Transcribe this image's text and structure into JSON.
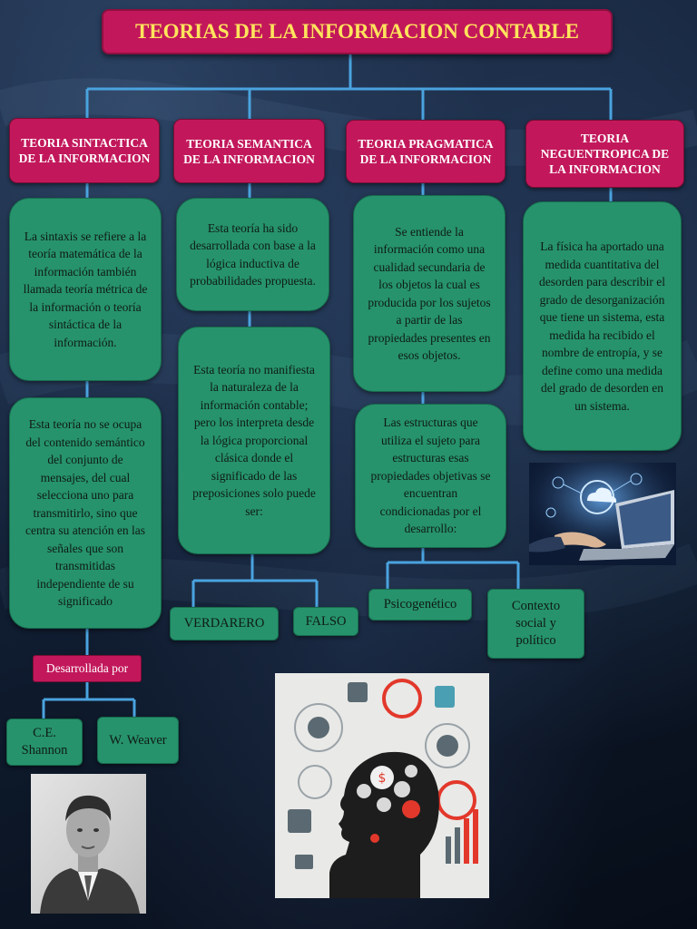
{
  "title": "TEORIAS DE LA INFORMACION CONTABLE",
  "theories": [
    {
      "heading": "TEORIA SINTACTICA DE LA INFORMACION",
      "desc1": "La sintaxis se refiere a la teoría matemática de la información también llamada teoría métrica de la información o teoría sintáctica de la información.",
      "desc2": "Esta teoría no se ocupa del contenido semántico del conjunto de mensajes, del cual selecciona uno para transmitirlo, sino que centra su atención en las señales que son transmitidas independiente de su significado",
      "developed_label": "Desarrollada por",
      "authors": [
        "C.E. Shannon",
        "W. Weaver"
      ]
    },
    {
      "heading": "TEORIA SEMANTICA DE LA INFORMACION",
      "desc1": "Esta teoría ha sido desarrollada con base a la lógica inductiva de probabilidades propuesta.",
      "desc2": "Esta teoría no manifiesta la naturaleza de la información contable; pero los interpreta desde la lógica proporcional clásica donde el significado de las preposiciones solo puede ser:",
      "options": [
        "VERDARERO",
        "FALSO"
      ]
    },
    {
      "heading": "TEORIA PRAGMATICA DE LA INFORMACION",
      "desc1": "Se entiende la información como una cualidad secundaria de los objetos la cual es producida por los sujetos a partir de las propiedades presentes en esos objetos.",
      "desc2": "Las estructuras que utiliza el sujeto para estructuras esas propiedades objetivas se encuentran condicionadas por el desarrollo:",
      "options": [
        "Psicogenético",
        "Contexto social y político"
      ]
    },
    {
      "heading": "TEORIA NEGUENTROPICA DE LA INFORMACION",
      "desc1": "La física ha aportado una medida cuantitativa del desorden para describir el grado de desorganización que tiene un sistema, esta medida ha recibido el nombre de entropía, y se define como una medida del grado de desorden en un sistema."
    }
  ],
  "colors": {
    "title_bg": "#c2185b",
    "title_text": "#ffe45c",
    "box_green": "#26936c",
    "connector": "#4aa3df"
  },
  "icons": [
    "portrait-photo",
    "laptop-cloud-photo",
    "head-gears-illustration"
  ]
}
